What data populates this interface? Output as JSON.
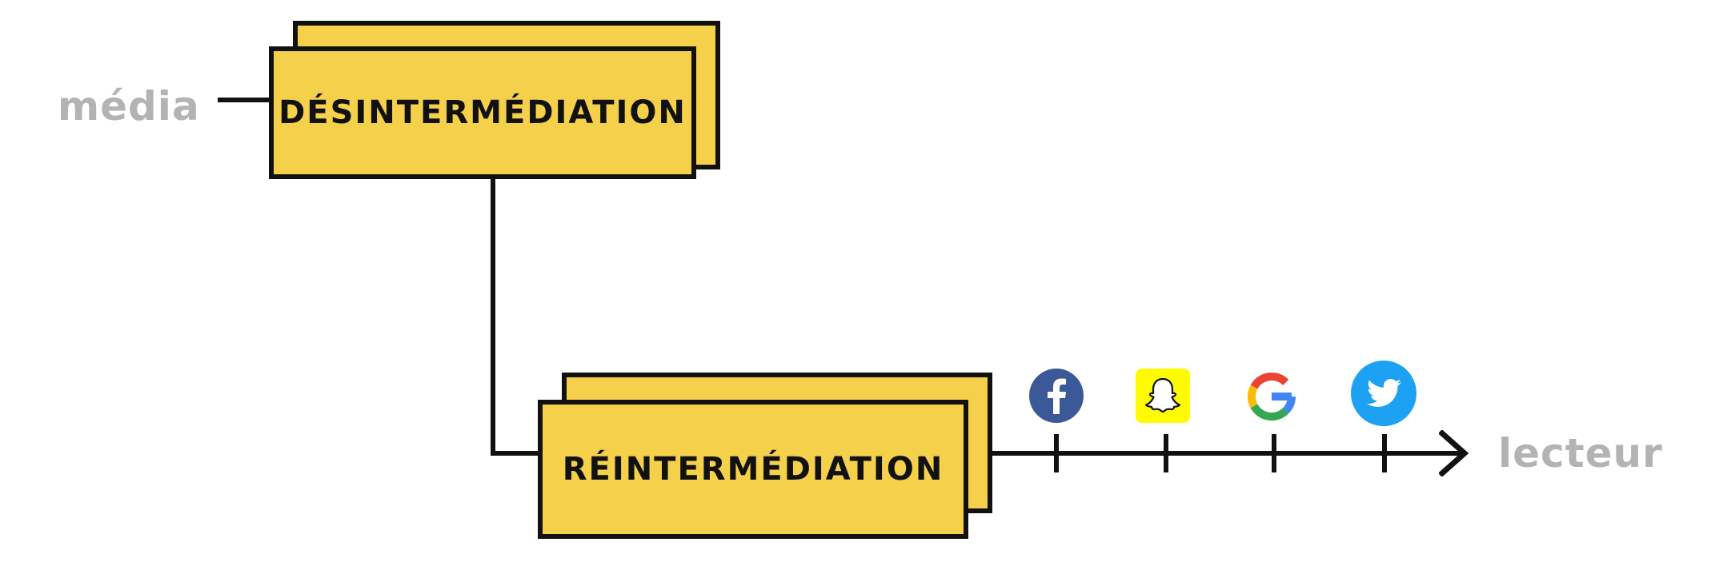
{
  "diagram": {
    "source_label": "média",
    "target_label": "lecteur",
    "box_top": {
      "label": "DÉSINTERMÉDIATION"
    },
    "box_bottom": {
      "label": "RÉINTERMÉDIATION"
    },
    "platforms": [
      {
        "name": "facebook-icon",
        "color": "#3B5998"
      },
      {
        "name": "snapchat-icon",
        "color": "#FFFC00"
      },
      {
        "name": "google-icon",
        "colors": [
          "#EA4335",
          "#FBBC05",
          "#34A853",
          "#4285F4"
        ]
      },
      {
        "name": "twitter-icon",
        "color": "#1DA1F2"
      }
    ],
    "colors": {
      "box_fill": "#F5D04A",
      "stroke": "#111111",
      "muted_text": "#B3B3B3"
    }
  }
}
